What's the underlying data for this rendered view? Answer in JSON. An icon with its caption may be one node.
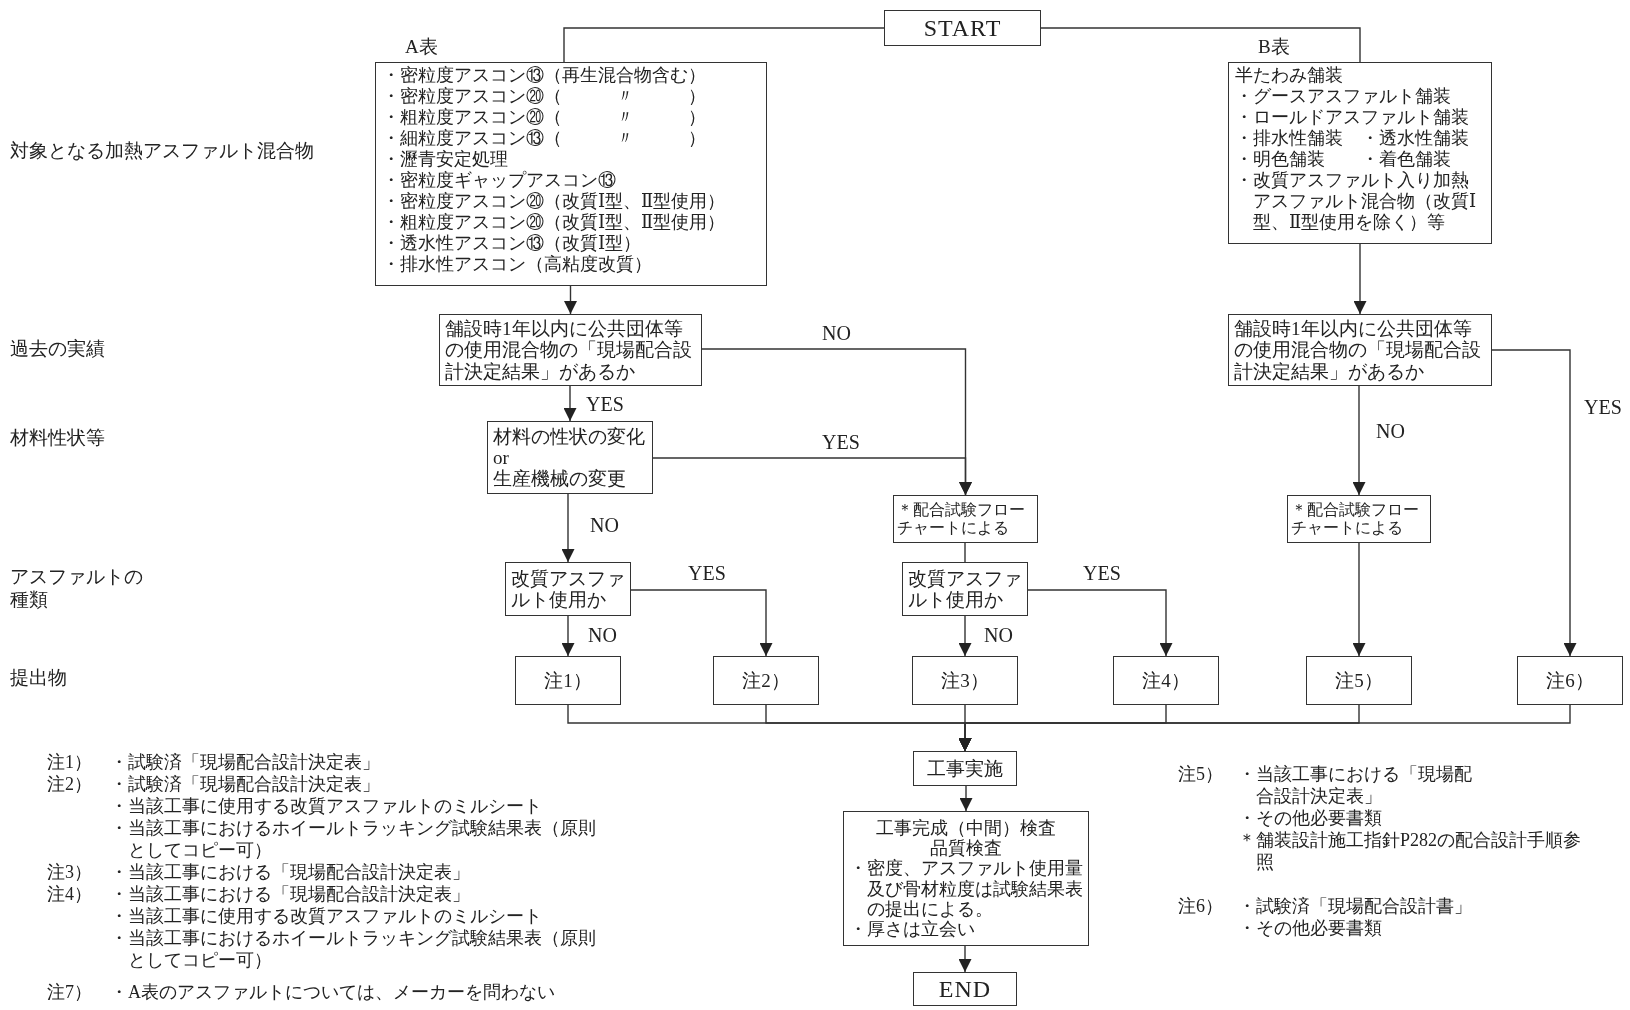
{
  "diagram": {
    "nodes": [
      {
        "text": [
          "START"
        ]
      },
      {
        "text": [
          "A表",
          "・密粒度アスコン⑬（再生混合物含む）",
          "・密粒度アスコン⑳（　　　〃　　　）",
          "・粗粒度アスコン⑳（　　　〃　　　）",
          "・細粒度アスコン⑬（　　　〃　　　）",
          "・瀝青安定処理",
          "・密粒度ギャップアスコン⑬",
          "・密粒度アスコン⑳（改質Ⅰ型、Ⅱ型使用）",
          "・粗粒度アスコン⑳（改質Ⅰ型、Ⅱ型使用）",
          "・透水性アスコン⑬（改質Ⅰ型）",
          "・排水性アスコン（高粘度改質）"
        ]
      },
      {
        "text": [
          "B表",
          "半たわみ舗装",
          "・グースアスファルト舗装",
          "・ロールドアスファルト舗装",
          "・排水性舗装　・透水性舗装",
          "・明色舗装　　・着色舗装",
          "・改質アスファルト入り加熱アスファルト混合物（改質Ⅰ型、Ⅱ型使用を除く）等"
        ]
      },
      {
        "text": [
          "舗設時1年以内に公共団体等の使用混合物の「現場配合設計決定結果」があるか"
        ]
      },
      {
        "text": [
          "舗設時1年以内に公共団体等の使用混合物の「現場配合設計決定結果」があるか"
        ]
      },
      {
        "text": [
          "材料の性状の変化",
          "or",
          "生産機械の変更"
        ]
      },
      {
        "text": [
          "＊配合試験フローチャートによる"
        ]
      },
      {
        "text": [
          "＊配合試験フローチャートによる"
        ]
      },
      {
        "text": [
          "改質アスファルト使用か"
        ]
      },
      {
        "text": [
          "改質アスファルト使用か"
        ]
      },
      {
        "text": [
          "注1）"
        ]
      },
      {
        "text": [
          "注2）"
        ]
      },
      {
        "text": [
          "注3）"
        ]
      },
      {
        "text": [
          "注4）"
        ]
      },
      {
        "text": [
          "注5）"
        ]
      },
      {
        "text": [
          "注6）"
        ]
      },
      {
        "text": [
          "工事実施"
        ]
      },
      {
        "text": [
          "工事完成（中間）検査",
          "品質検査",
          "・密度、アスファルト使用量及び骨材粒度は試験結果表の提出による。",
          "・厚さは立会い"
        ]
      },
      {
        "text": [
          "END"
        ]
      }
    ],
    "edges": [
      {
        "from": 0,
        "to": 1,
        "arrow": "none"
      },
      {
        "from": 0,
        "to": 2,
        "arrow": "none"
      },
      {
        "from": 1,
        "to": 3,
        "arrow": "to"
      },
      {
        "from": 2,
        "to": 4,
        "arrow": "to"
      },
      {
        "from": 3,
        "to": 6,
        "arrow": "to",
        "label": "NO"
      },
      {
        "from": 3,
        "to": 5,
        "arrow": "to",
        "label": "YES"
      },
      {
        "from": 5,
        "to": 6,
        "arrow": "to",
        "label": "YES"
      },
      {
        "from": 5,
        "to": 8,
        "arrow": "to",
        "label": "NO"
      },
      {
        "from": 6,
        "to": 9,
        "arrow": "none"
      },
      {
        "from": 8,
        "to": 10,
        "arrow": "to",
        "label": "NO"
      },
      {
        "from": 8,
        "to": 11,
        "arrow": "to",
        "label": "YES"
      },
      {
        "from": 9,
        "to": 12,
        "arrow": "to",
        "label": "NO"
      },
      {
        "from": 9,
        "to": 13,
        "arrow": "to",
        "label": "YES"
      },
      {
        "from": 4,
        "to": 7,
        "arrow": "to",
        "label": "NO"
      },
      {
        "from": 4,
        "to": 15,
        "arrow": "to",
        "label": "YES"
      },
      {
        "from": 7,
        "to": 14,
        "arrow": "to"
      },
      {
        "from": 10,
        "to": 16,
        "arrow": "to"
      },
      {
        "from": 11,
        "to": 16,
        "arrow": "to"
      },
      {
        "from": 12,
        "to": 16,
        "arrow": "to"
      },
      {
        "from": 13,
        "to": 16,
        "arrow": "to"
      },
      {
        "from": 14,
        "to": 16,
        "arrow": "to"
      },
      {
        "from": 15,
        "to": 16,
        "arrow": "to"
      },
      {
        "from": 16,
        "to": 17,
        "arrow": "to"
      },
      {
        "from": 17,
        "to": 18,
        "arrow": "to"
      }
    ],
    "labels": [
      "対象となる加熱アスファルト混合物",
      "過去の実績",
      "材料性状等",
      "アスファルトの種類",
      "提出物",
      "注1）",
      "・試験済「現場配合設計決定表」",
      "注2）",
      "・試験済「現場配合設計決定表」",
      "・当該工事に使用する改質アスファルトのミルシート",
      "・当該工事におけるホイールトラッキング試験結果表（原則としてコピー可）",
      "注3）",
      "・当該工事における「現場配合設計決定表」",
      "注4）",
      "・当該工事における「現場配合設計決定表」",
      "・当該工事に使用する改質アスファルトのミルシート",
      "・当該工事におけるホイールトラッキング試験結果表（原則としてコピー可）",
      "注7）",
      "・A表のアスファルトについては、メーカーを問わない",
      "注5）",
      "・当該工事における「現場配合設計決定表」",
      "・その他必要書類",
      "＊舗装設計施工指針P282の配合設計手順参照",
      "注6）",
      "・試験済「現場配合設計書」",
      "・その他必要書類"
    ]
  }
}
